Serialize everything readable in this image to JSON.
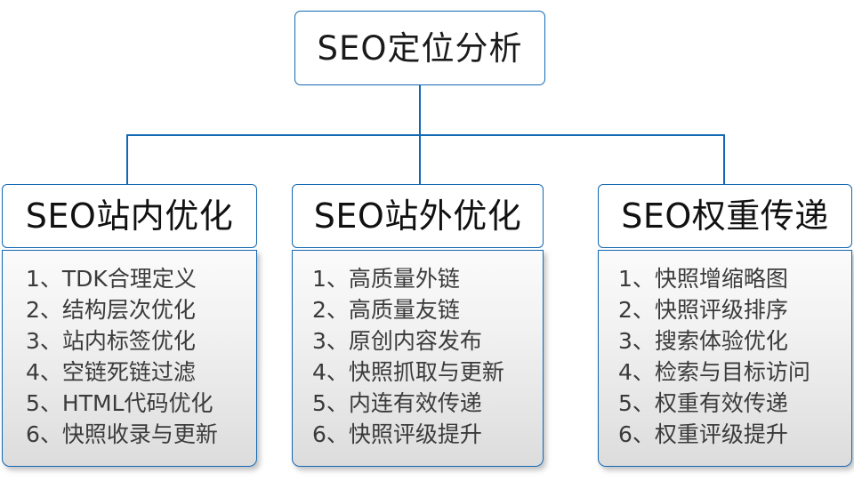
{
  "diagram": {
    "type": "hierarchy-tree",
    "root": {
      "label": "SEO定位分析"
    },
    "connector_color": "#1268b3",
    "branches": [
      {
        "header": "SEO站内优化",
        "items": [
          {
            "index": "1、",
            "text": "TDK合理定义"
          },
          {
            "index": "2、",
            "text": "结构层次优化"
          },
          {
            "index": "3、",
            "text": "站内标签优化"
          },
          {
            "index": "4、",
            "text": "空链死链过滤"
          },
          {
            "index": "5、",
            "text": "HTML代码优化"
          },
          {
            "index": "6、",
            "text": "快照收录与更新"
          }
        ]
      },
      {
        "header": "SEO站外优化",
        "items": [
          {
            "index": "1、",
            "text": "高质量外链"
          },
          {
            "index": "2、",
            "text": "高质量友链"
          },
          {
            "index": "3、",
            "text": "原创内容发布"
          },
          {
            "index": "4、",
            "text": "快照抓取与更新"
          },
          {
            "index": "5、",
            "text": "内连有效传递"
          },
          {
            "index": "6、",
            "text": "快照评级提升"
          }
        ]
      },
      {
        "header": "SEO权重传递",
        "items": [
          {
            "index": "1、",
            "text": "快照增缩略图"
          },
          {
            "index": "2、",
            "text": "快照评级排序"
          },
          {
            "index": "3、",
            "text": "搜索体验优化"
          },
          {
            "index": "4、",
            "text": "检索与目标访问"
          },
          {
            "index": "5、",
            "text": "权重有效传递"
          },
          {
            "index": "6、",
            "text": "权重评级提升"
          }
        ]
      }
    ]
  }
}
